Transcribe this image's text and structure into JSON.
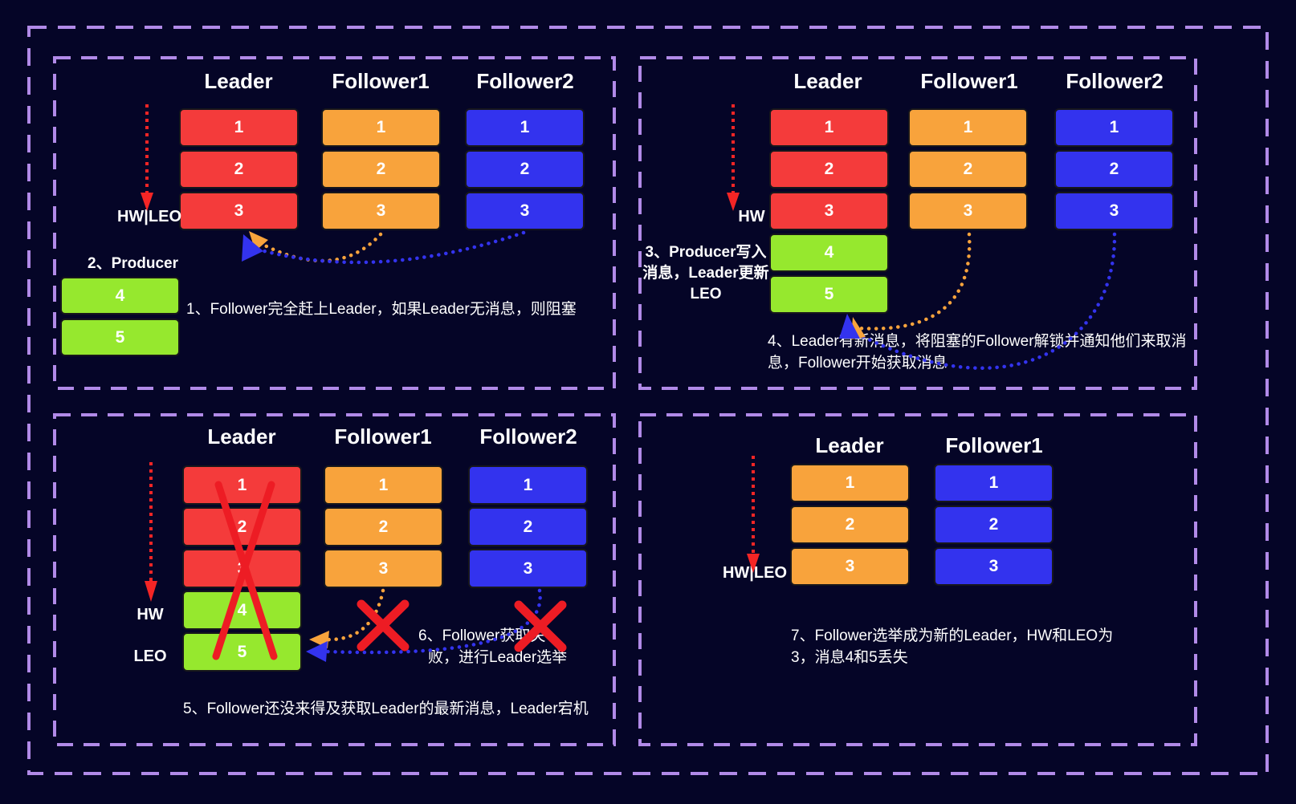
{
  "colors": {
    "background": "#050527",
    "panel_border": "#b18ae8",
    "leader_red": "#f43b3b",
    "follower1_orange": "#f8a33c",
    "follower2_blue": "#3333ee",
    "producer_green": "#96e82e",
    "marker_arrow_red": "#f42525",
    "cross_red": "#ed1c24",
    "text": "#ffffff"
  },
  "panel1": {
    "columns": [
      {
        "header": "Leader",
        "blocks": [
          "1",
          "2",
          "3"
        ]
      },
      {
        "header": "Follower1",
        "blocks": [
          "1",
          "2",
          "3"
        ]
      },
      {
        "header": "Follower2",
        "blocks": [
          "1",
          "2",
          "3"
        ]
      }
    ],
    "hw_label": "HW|LEO",
    "producer": {
      "label": "2、Producer",
      "blocks": [
        "4",
        "5"
      ]
    },
    "caption": "1、Follower完全赶上Leader，如果Leader无消息，则阻塞"
  },
  "panel2": {
    "columns": [
      {
        "header": "Leader",
        "blocks": [
          "1",
          "2",
          "3",
          "4",
          "5"
        ]
      },
      {
        "header": "Follower1",
        "blocks": [
          "1",
          "2",
          "3"
        ]
      },
      {
        "header": "Follower2",
        "blocks": [
          "1",
          "2",
          "3"
        ]
      }
    ],
    "hw_label": "HW",
    "side_note": {
      "line1": "3、Producer写入",
      "line2": "消息，Leader更新",
      "line3": "LEO"
    },
    "caption": {
      "line1": "4、Leader有新消息，将阻塞的Follower解锁并通知他们来取消",
      "line2": "息，Follower开始获取消息"
    }
  },
  "panel3": {
    "columns": [
      {
        "header": "Leader",
        "blocks": [
          "1",
          "2",
          "3",
          "4",
          "5"
        ]
      },
      {
        "header": "Follower1",
        "blocks": [
          "1",
          "2",
          "3"
        ]
      },
      {
        "header": "Follower2",
        "blocks": [
          "1",
          "2",
          "3"
        ]
      }
    ],
    "hw_label": "HW",
    "leo_label": "LEO",
    "note6": {
      "line1": "6、Follower获取失",
      "line2": "败，进行Leader选举"
    },
    "caption": "5、Follower还没来得及获取Leader的最新消息，Leader宕机"
  },
  "panel4": {
    "columns": [
      {
        "header": "Leader",
        "blocks": [
          "1",
          "2",
          "3"
        ]
      },
      {
        "header": "Follower1",
        "blocks": [
          "1",
          "2",
          "3"
        ]
      }
    ],
    "hw_label": "HW|LEO",
    "caption": {
      "line1": "7、Follower选举成为新的Leader，HW和LEO为",
      "line2": "3，消息4和5丢失"
    }
  }
}
